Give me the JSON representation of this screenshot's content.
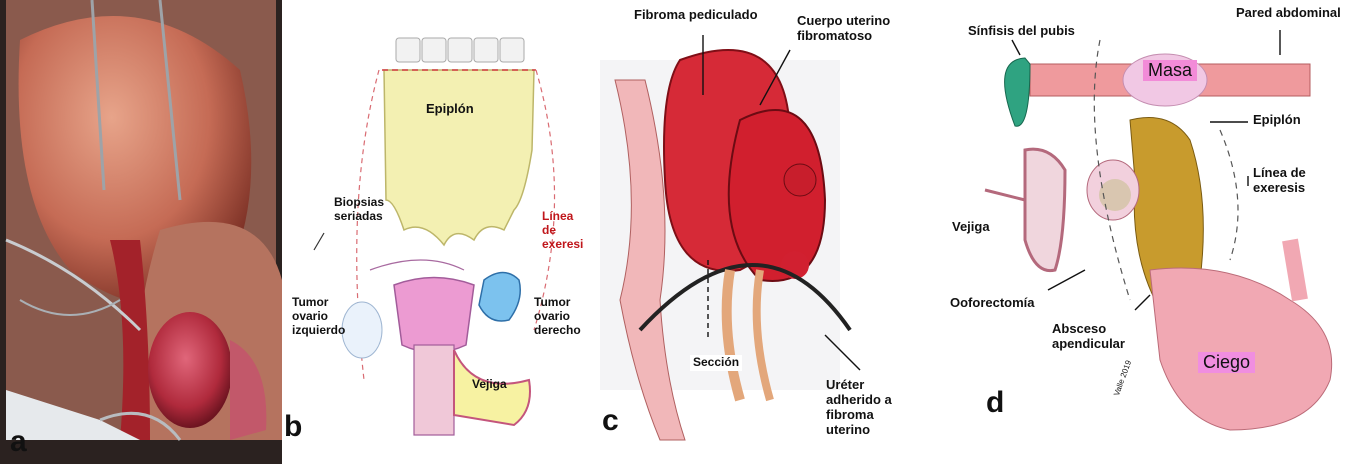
{
  "panels": {
    "a": {
      "letter": "a"
    },
    "b": {
      "letter": "b",
      "labels": {
        "epiplon": "Epiplón",
        "linea_exeresis": "Línea de\nexeresis",
        "biopsias": "Biopsias\nseriadas",
        "tumor_izq": "Tumor\novario\nizquierdo",
        "tumor_der": "Tumor\novario\nderecho",
        "vejiga": "Vejiga"
      }
    },
    "c": {
      "letter": "c",
      "labels": {
        "fibroma": "Fibroma pediculado",
        "cuerpo": "Cuerpo uterino\nfibromatoso",
        "seccion": "Sección",
        "ureter": "Uréter adherido a\nfibroma uterino"
      }
    },
    "d": {
      "letter": "d",
      "labels": {
        "sinfisis": "Sínfisis del pubis",
        "pared": "Pared abdominal",
        "masa": "Masa",
        "epiplon": "Epiplón",
        "linea_exeresis": "Línea de\nexeresis",
        "vejiga": "Vejiga",
        "ooforectomia": "Ooforectomía",
        "absceso": "Absceso\napendicular",
        "ciego": "Ciego",
        "signature": "Valle 2019"
      },
      "colors": {
        "masa_box": "#f28bd8",
        "ciego_box": "#f08ee0"
      }
    }
  }
}
